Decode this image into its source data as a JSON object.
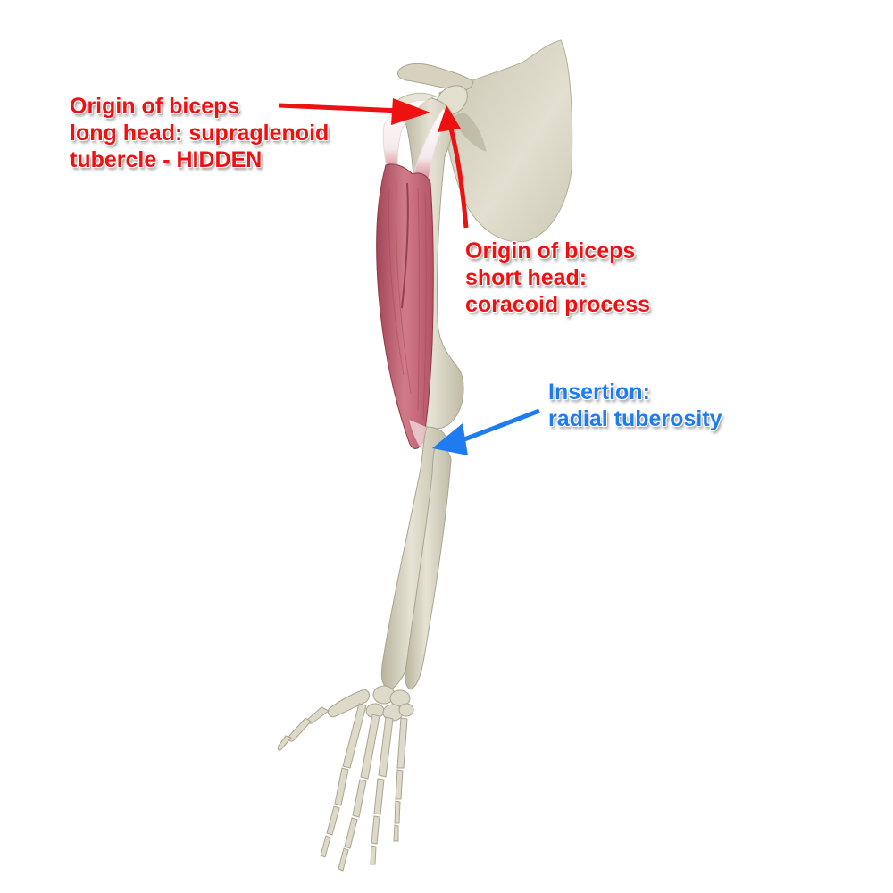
{
  "figure": {
    "subject": "Biceps brachii muscle with scapula, humerus, radius, ulna and hand skeleton",
    "background": "#ffffff",
    "colors": {
      "bone": "#d9d5c3",
      "bone_shadow": "#a9a590",
      "muscle": "#c96a78",
      "muscle_dark": "#9e4152",
      "tendon": "#f7f3f3",
      "origin_label": "#ee1111",
      "insertion_label": "#1e7cf0"
    }
  },
  "labels": {
    "long_head": {
      "lines": [
        "Origin of biceps",
        "long head: supraglenoid",
        "tubercle - HIDDEN"
      ],
      "color": "#ee1111",
      "arrow_target": "supraglenoid tubercle"
    },
    "short_head": {
      "lines": [
        "Origin of biceps",
        "short head:",
        "coracoid process"
      ],
      "color": "#ee1111",
      "arrow_target": "coracoid process"
    },
    "insertion": {
      "lines": [
        "Insertion:",
        "radial tuberosity"
      ],
      "color": "#1e7cf0",
      "arrow_target": "radial tuberosity"
    }
  }
}
